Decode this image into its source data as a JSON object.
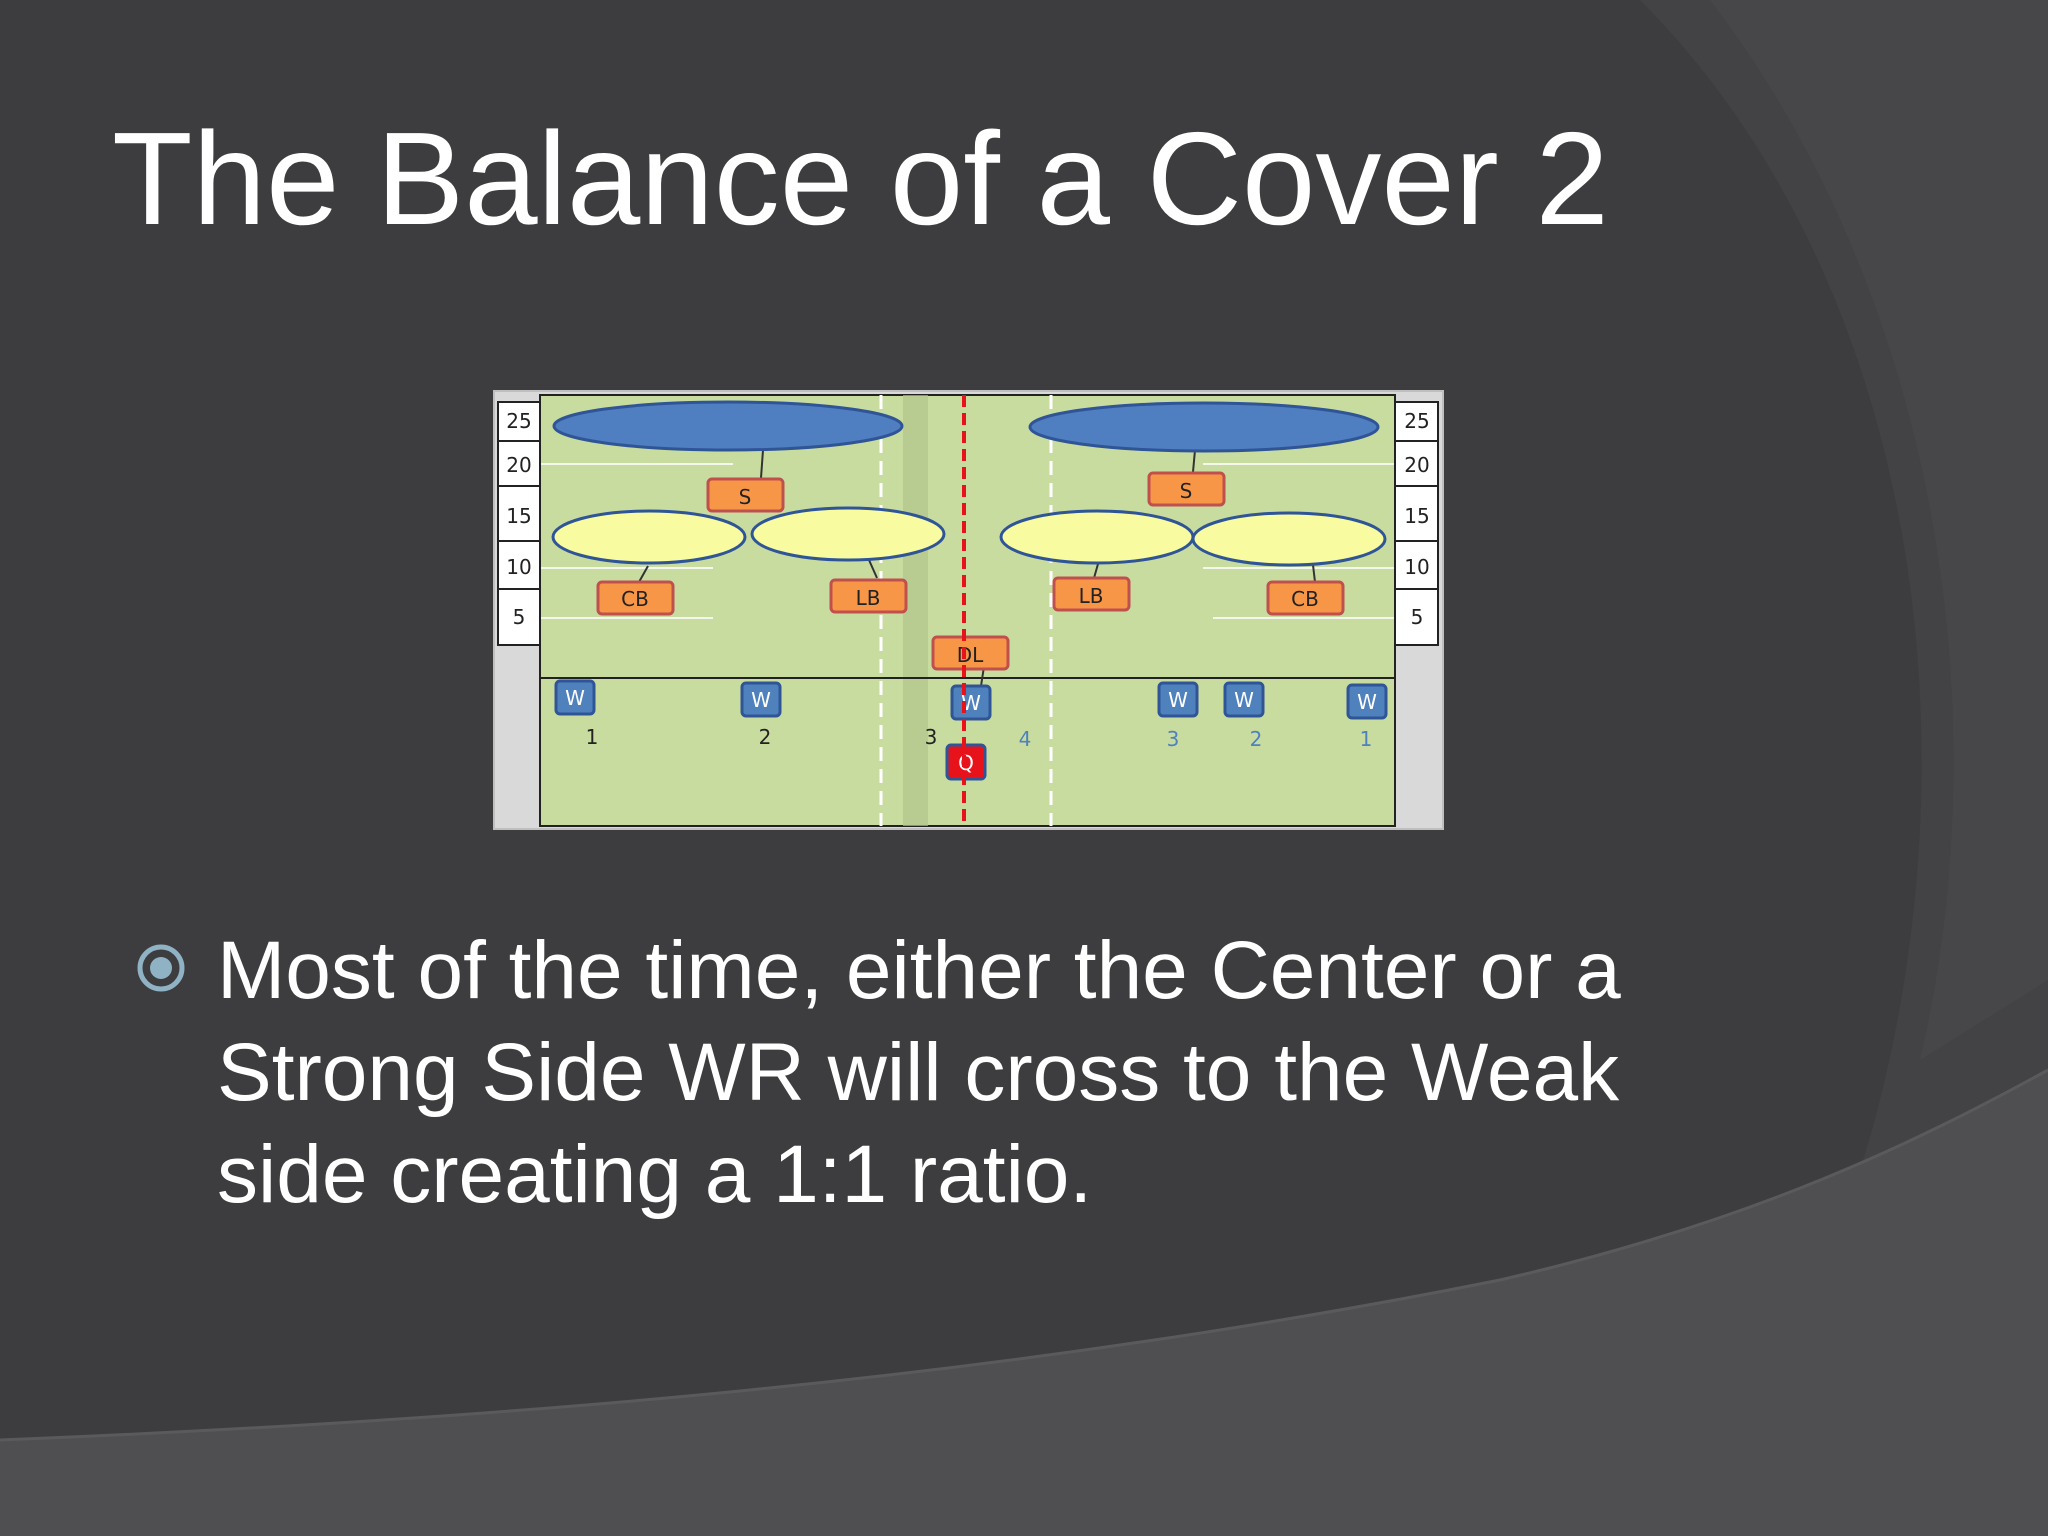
{
  "slide": {
    "title": "The Balance of a Cover 2",
    "bullet": "Most of the time, either the Center or a Strong Side WR will cross to the Weak side creating a 1:1 ratio."
  },
  "colors": {
    "background": "#3d3d3f",
    "field": "#c9dca0",
    "zone_deep": "#4f7ec1",
    "zone_short": "#f8fba0",
    "defender": "#f79646",
    "receiver": "#4f81bd",
    "quarterback": "#e8121b",
    "bullet": "#8fb3c4"
  },
  "diagram": {
    "yard_markers": [
      "25",
      "20",
      "15",
      "10",
      "5"
    ],
    "defense": {
      "left_safety": "S",
      "right_safety": "S",
      "left_corner": "CB",
      "left_linebacker": "LB",
      "right_linebacker": "LB",
      "right_corner": "CB",
      "lineman": "DL"
    },
    "offense": {
      "receiver_label": "W",
      "quarterback_label": "Q",
      "left_numbers": [
        "1",
        "2",
        "3"
      ],
      "center_number": "4",
      "right_numbers": [
        "3",
        "2",
        "1"
      ]
    }
  }
}
